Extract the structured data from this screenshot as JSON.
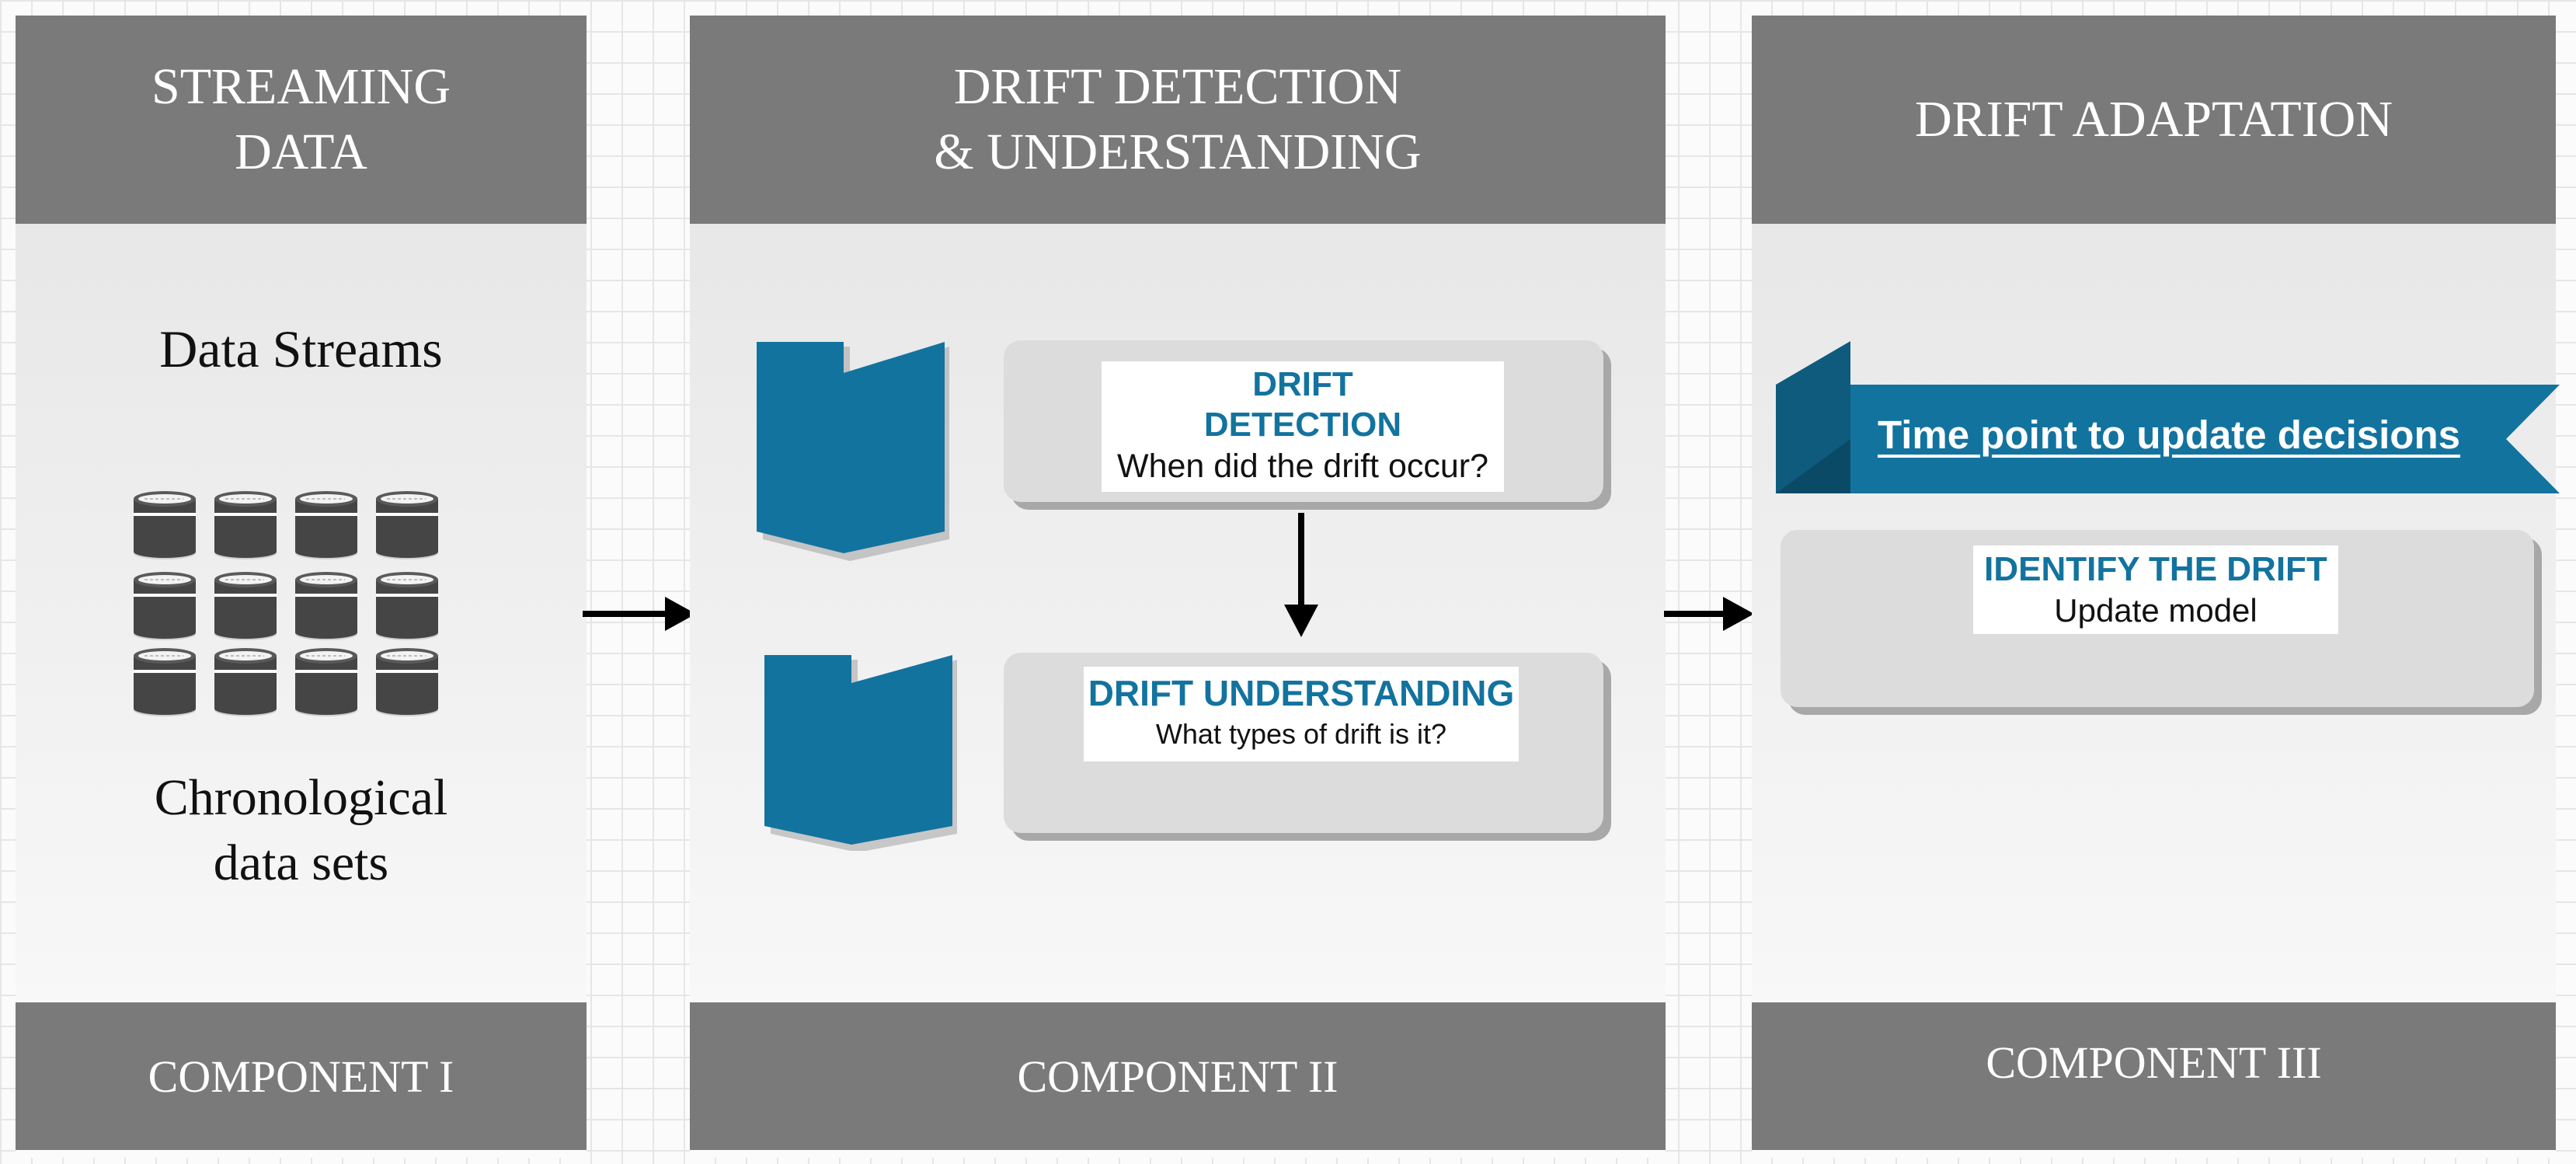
{
  "colors": {
    "header_gray": "#7a7a7a",
    "accent_blue": "#13739f",
    "card_gray": "#dcdcdc",
    "database_icon": "#454545"
  },
  "component1": {
    "title_line1": "STREAMING",
    "title_line2": "DATA",
    "subtitle": "Data Streams",
    "icons": "database-icon",
    "caption_line1": "Chronological",
    "caption_line2": "data sets",
    "footer": "COMPONENT I"
  },
  "component2": {
    "title_line1": "DRIFT DETECTION",
    "title_line2": "& UNDERSTANDING",
    "detection": {
      "title_line1": "DRIFT",
      "title_line2": "DETECTION",
      "question": "When did the drift occur?"
    },
    "understanding": {
      "title": "DRIFT UNDERSTANDING",
      "question": "What types of drift is it?"
    },
    "footer": "COMPONENT II"
  },
  "component3": {
    "title": "DRIFT ADAPTATION",
    "ribbon": "Time point to update decisions",
    "identify": {
      "title": "IDENTIFY THE DRIFT",
      "action": "Update model"
    },
    "footer": "COMPONENT III"
  }
}
